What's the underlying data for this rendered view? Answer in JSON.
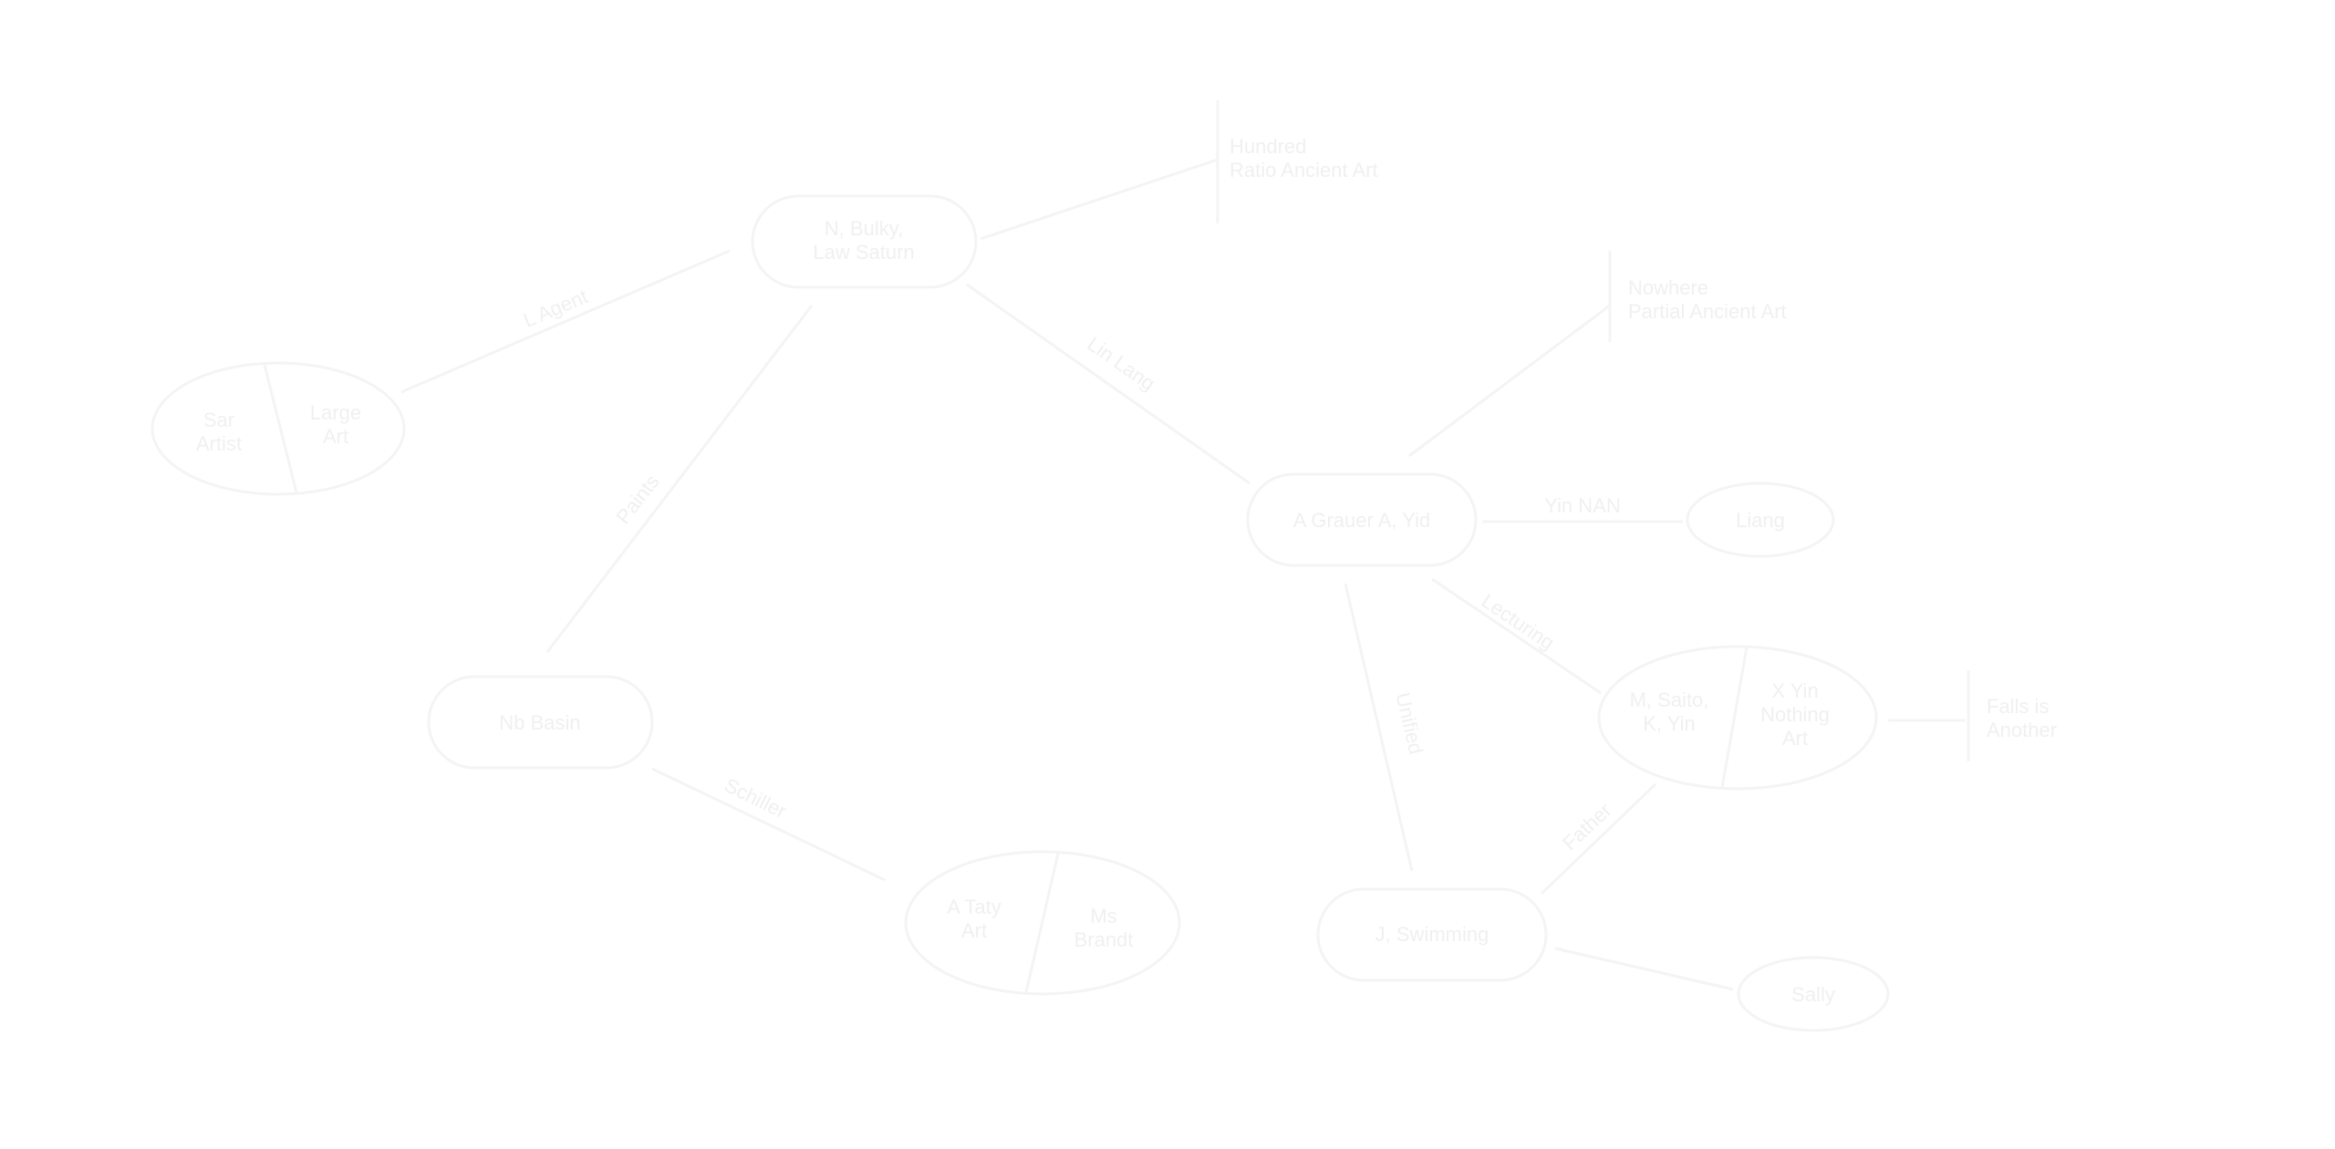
{
  "colors": {
    "background": "#ffffff",
    "line": "#f4f4f4",
    "text": "#f0f0f0"
  },
  "nodes": {
    "top_node": "N, Bulky,\nLaw Saturn",
    "left_ellipse_left": "Sar\nArtist",
    "left_ellipse_right": "Large\nArt",
    "middle_left_node": "Nb Basin",
    "bottom_ellipse_left": "A Taty\nArt",
    "bottom_ellipse_right": "Ms\nBrandt",
    "center_node": "A Grauer A, Yid",
    "small_right_1": "Liang",
    "right_ellipse_left": "M, Saito,\nK, Yin",
    "right_ellipse_right": "X Yin\nNothing\nArt",
    "bottom_center_node": "J, Swimming",
    "small_right_2": "Sally"
  },
  "notes": {
    "note_top": "Hundred\nRatio Ancient Art",
    "note_mid": "Nowhere\nPartial Ancient Art",
    "note_right": "Falls is\nAnother"
  },
  "edge_labels": {
    "left_to_top": "L Agent",
    "top_to_center": "Lin Lang",
    "top_to_middle_left": "Paints",
    "middle_left_to_bottom": "Schiller",
    "center_to_small_right": "Yin NAN",
    "center_to_right_ellipse": "Lecturing",
    "center_to_bottom_center": "Unified",
    "right_ellipse_to_bottom_center": "Father"
  }
}
